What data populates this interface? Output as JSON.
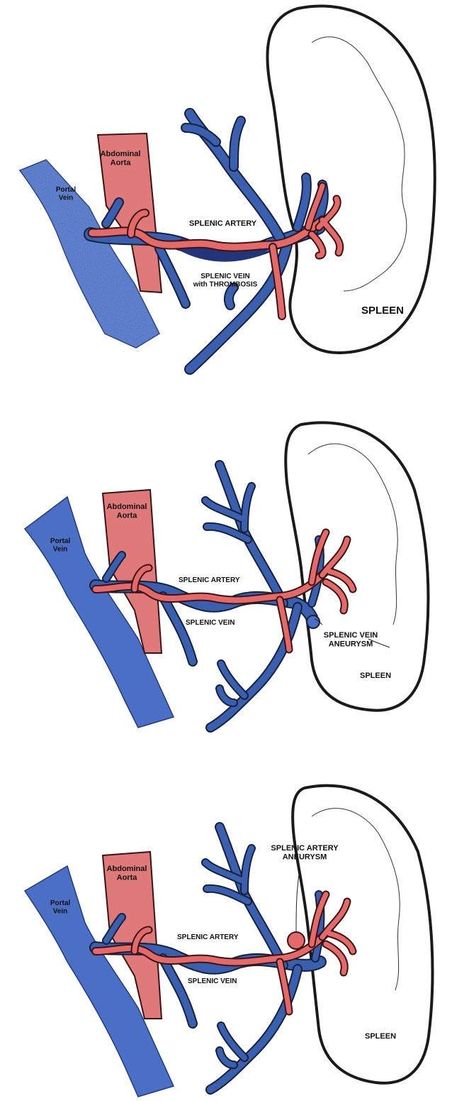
{
  "panels": [
    {
      "portal_vein": "Portal\nVein",
      "aorta": "Abdominal\nAorta",
      "artery": "SPLENIC ARTERY",
      "vein": "SPLENIC VEIN\nwith THROMBOSIS",
      "spleen": "SPLEEN"
    },
    {
      "portal_vein": "Portal\nVein",
      "aorta": "Abdominal\nAorta",
      "artery": "SPLENIC ARTERY",
      "vein": "SPLENIC VEIN",
      "aneurysm": "SPLENIC VEIN\nANEURYSM",
      "spleen": "SPLEEN"
    },
    {
      "portal_vein": "Portal\nVein",
      "aorta": "Abdominal\nAorta",
      "artery": "SPLENIC ARTERY",
      "vein": "SPLENIC VEIN",
      "aneurysm": "SPLENIC ARTERY\nANEURYSM",
      "spleen": "SPLEEN"
    }
  ],
  "colors": {
    "vein": "#3a5fae",
    "vein_fill": "#4a6fc4",
    "artery": "#e46a6a",
    "aorta_fill": "#e07a7a",
    "thrombus": "#23357a"
  }
}
